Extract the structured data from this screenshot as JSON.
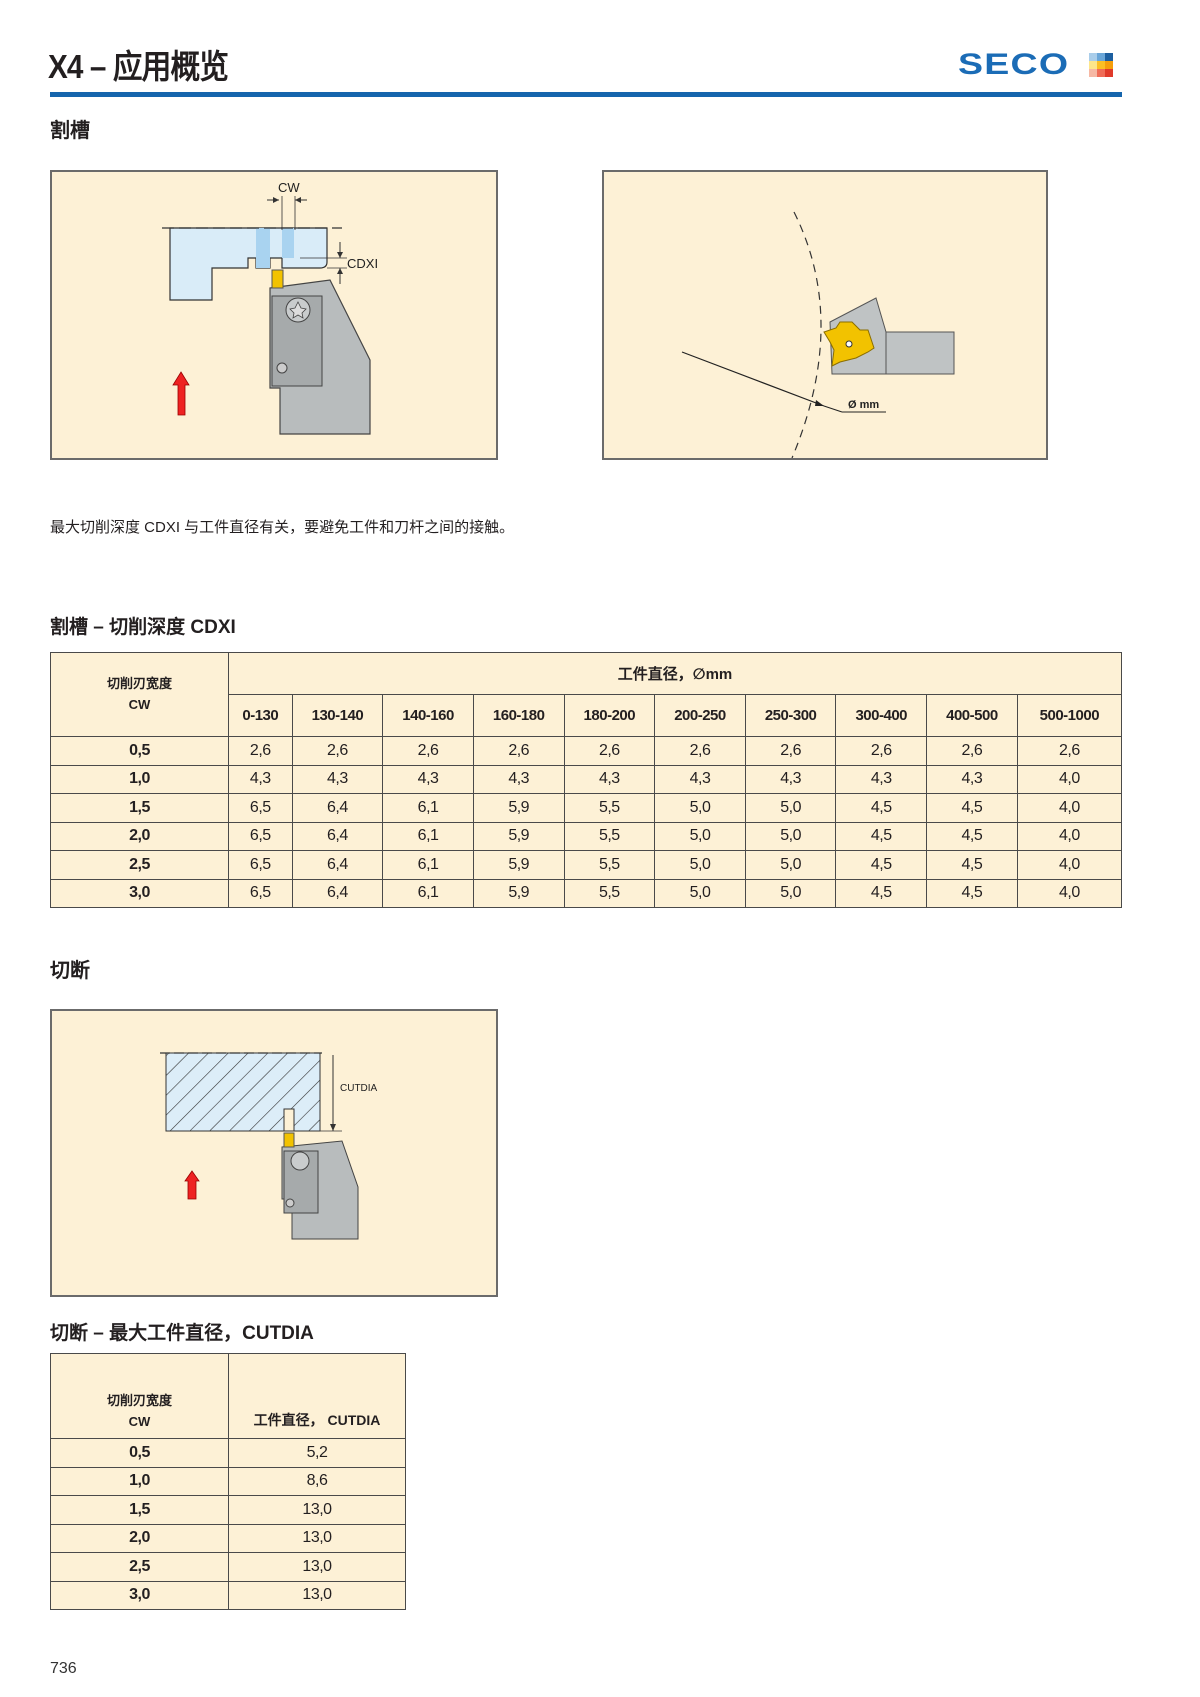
{
  "header": {
    "title": "X4 – 应用概览",
    "logo_text": "SECO",
    "logo_colors": [
      "#a9cdea",
      "#6aa6d8",
      "#1d5fa0",
      "#fde68a",
      "#fbbf24",
      "#f59e0b",
      "#f6b8a4",
      "#ef6c57",
      "#e03a2a"
    ],
    "rule_color": "#1565ad"
  },
  "grooving": {
    "section_title": "割槽",
    "diagram1": {
      "label_cw": "CW",
      "label_cdxi": "CDXI"
    },
    "diagram2": {
      "label_diameter": "Ø mm"
    },
    "note": "最大切削深度 CDXI 与工件直径有关，要避免工件和刀杆之间的接触。",
    "table_title": "割槽 – 切削深度 CDXI",
    "table": {
      "row_header_cn": "切削刃宽度",
      "row_header_en": "CW",
      "group_header": "工件直径，∅mm",
      "columns": [
        "0-130",
        "130-140",
        "140-160",
        "160-180",
        "180-200",
        "200-250",
        "250-300",
        "300-400",
        "400-500",
        "500-1000"
      ],
      "rows": [
        {
          "cw": "0,5",
          "values": [
            "2,6",
            "2,6",
            "2,6",
            "2,6",
            "2,6",
            "2,6",
            "2,6",
            "2,6",
            "2,6",
            "2,6"
          ]
        },
        {
          "cw": "1,0",
          "values": [
            "4,3",
            "4,3",
            "4,3",
            "4,3",
            "4,3",
            "4,3",
            "4,3",
            "4,3",
            "4,3",
            "4,0"
          ]
        },
        {
          "cw": "1,5",
          "values": [
            "6,5",
            "6,4",
            "6,1",
            "5,9",
            "5,5",
            "5,0",
            "5,0",
            "4,5",
            "4,5",
            "4,0"
          ]
        },
        {
          "cw": "2,0",
          "values": [
            "6,5",
            "6,4",
            "6,1",
            "5,9",
            "5,5",
            "5,0",
            "5,0",
            "4,5",
            "4,5",
            "4,0"
          ]
        },
        {
          "cw": "2,5",
          "values": [
            "6,5",
            "6,4",
            "6,1",
            "5,9",
            "5,5",
            "5,0",
            "5,0",
            "4,5",
            "4,5",
            "4,0"
          ]
        },
        {
          "cw": "3,0",
          "values": [
            "6,5",
            "6,4",
            "6,1",
            "5,9",
            "5,5",
            "5,0",
            "5,0",
            "4,5",
            "4,5",
            "4,0"
          ]
        }
      ]
    }
  },
  "partoff": {
    "section_title": "切断",
    "diagram": {
      "label_cutdia": "CUTDIA"
    },
    "table_title": "切断 – 最大工件直径，CUTDIA",
    "table": {
      "row_header_cn": "切削刃宽度",
      "row_header_en": "CW",
      "col_header": "工件直径， CUTDIA",
      "rows": [
        {
          "cw": "0,5",
          "value": "5,2"
        },
        {
          "cw": "1,0",
          "value": "8,6"
        },
        {
          "cw": "1,5",
          "value": "13,0"
        },
        {
          "cw": "2,0",
          "value": "13,0"
        },
        {
          "cw": "2,5",
          "value": "13,0"
        },
        {
          "cw": "3,0",
          "value": "13,0"
        }
      ]
    }
  },
  "footer": {
    "page_number": "736"
  }
}
